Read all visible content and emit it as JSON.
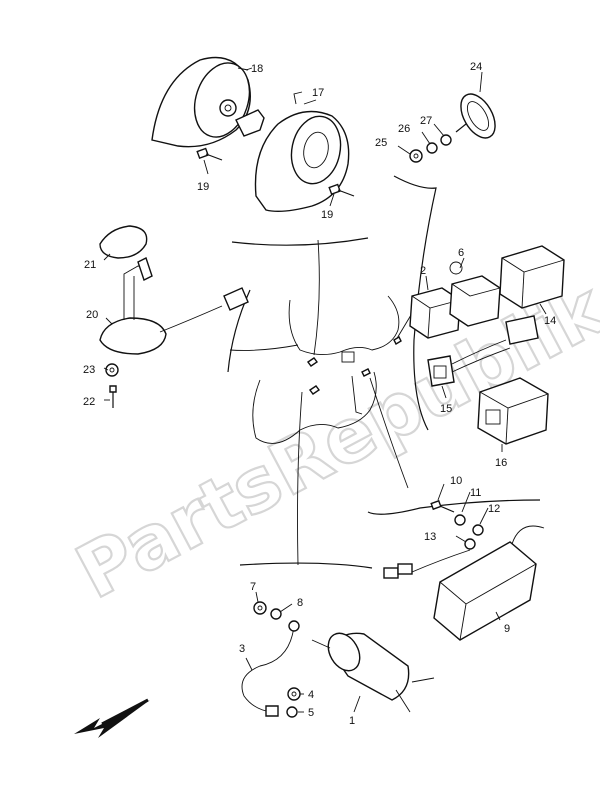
{
  "watermark": "PartsRepublik",
  "callouts": {
    "p1": "1",
    "p2": "2",
    "p3": "3",
    "p4": "4",
    "p5": "5",
    "p6": "6",
    "p7": "7",
    "p8": "8",
    "p9": "9",
    "p10": "10",
    "p11": "11",
    "p12": "12",
    "p13": "13",
    "p14": "14",
    "p15": "15",
    "p16": "16",
    "p17": "17",
    "p18": "18",
    "p19a": "19",
    "p19b": "19",
    "p20": "20",
    "p21": "21",
    "p22": "22",
    "p23": "23",
    "p24": "24",
    "p25": "25",
    "p26": "26",
    "p27": "27"
  },
  "icons": {
    "direction": "front-direction-arrow-icon"
  }
}
